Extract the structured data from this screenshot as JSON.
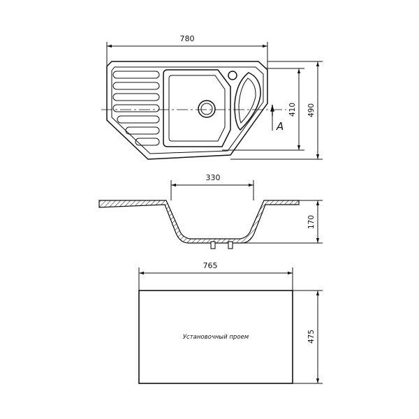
{
  "top_view": {
    "width_label": "780",
    "depth_label": "490",
    "inner_depth_label": "410",
    "section_label": "A"
  },
  "section_view": {
    "bowl_width_label": "330",
    "bowl_depth_label": "170"
  },
  "cutout_view": {
    "width_label": "765",
    "height_label": "475",
    "caption": "Установочный проем"
  },
  "colors": {
    "line": "#111111",
    "background": "#ffffff"
  }
}
